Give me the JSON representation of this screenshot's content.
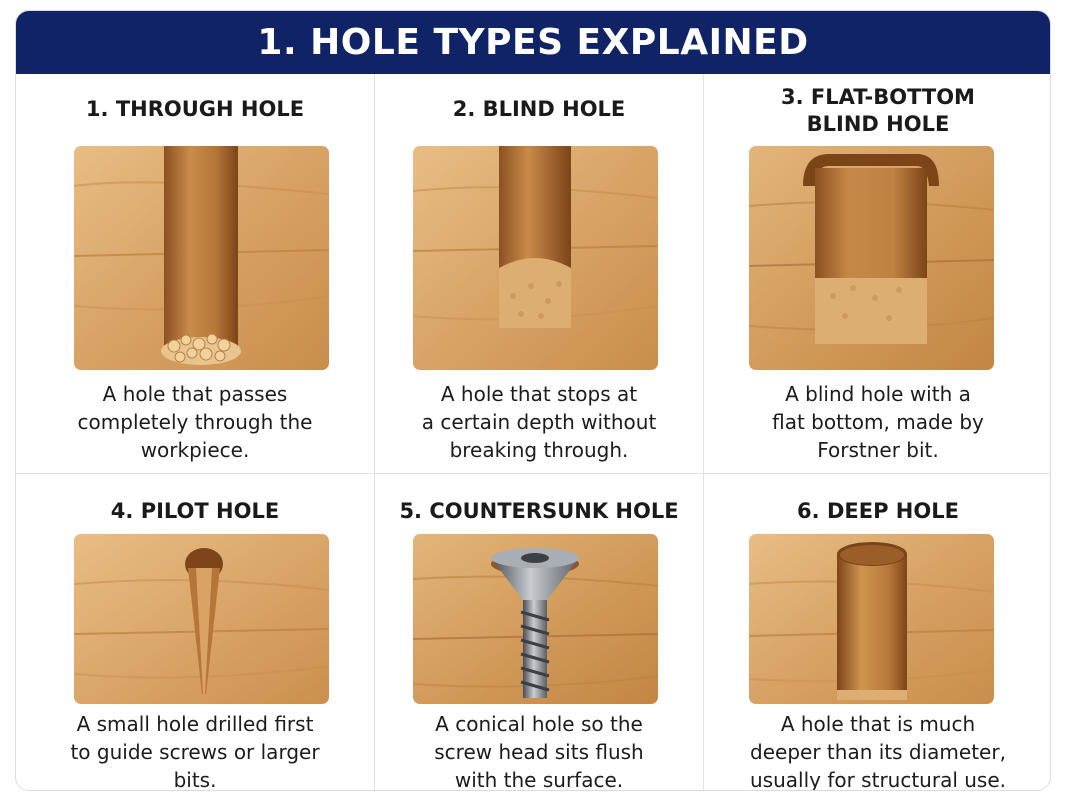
{
  "header": {
    "title": "1. HOLE TYPES EXPLAINED"
  },
  "cells": [
    {
      "title_lines": [
        "1. THROUGH HOLE"
      ],
      "desc_lines": [
        "A hole that passes",
        "completely through the",
        "workpiece."
      ],
      "icon": "through-hole-icon"
    },
    {
      "title_lines": [
        "2. BLIND HOLE"
      ],
      "desc_lines": [
        "A hole that stops at",
        "a certain depth without",
        "breaking through."
      ],
      "icon": "blind-hole-icon"
    },
    {
      "title_lines": [
        "3. FLAT-BOTTOM",
        "BLIND HOLE"
      ],
      "desc_lines": [
        "A blind hole with a",
        "flat bottom, made by",
        "Forstner bit."
      ],
      "icon": "flat-bottom-hole-icon"
    },
    {
      "title_lines": [
        "4. PILOT HOLE"
      ],
      "desc_lines": [
        "A small hole drilled first",
        "to guide screws or larger",
        "bits."
      ],
      "icon": "pilot-hole-icon"
    },
    {
      "title_lines": [
        "5. COUNTERSUNK HOLE"
      ],
      "desc_lines": [
        "A conical hole so the",
        "screw head sits flush",
        "with the surface."
      ],
      "icon": "countersunk-screw-icon"
    },
    {
      "title_lines": [
        "6. DEEP HOLE"
      ],
      "desc_lines": [
        "A hole that is much",
        "deeper than its diameter,",
        "usually for structural use."
      ],
      "icon": "deep-hole-icon"
    }
  ],
  "colors": {
    "banner": "#0f2366",
    "wood_light": "#e3b57a",
    "wood_mid": "#d19a57",
    "wood_dark": "#a86a30",
    "steel": "#8a8f96"
  }
}
